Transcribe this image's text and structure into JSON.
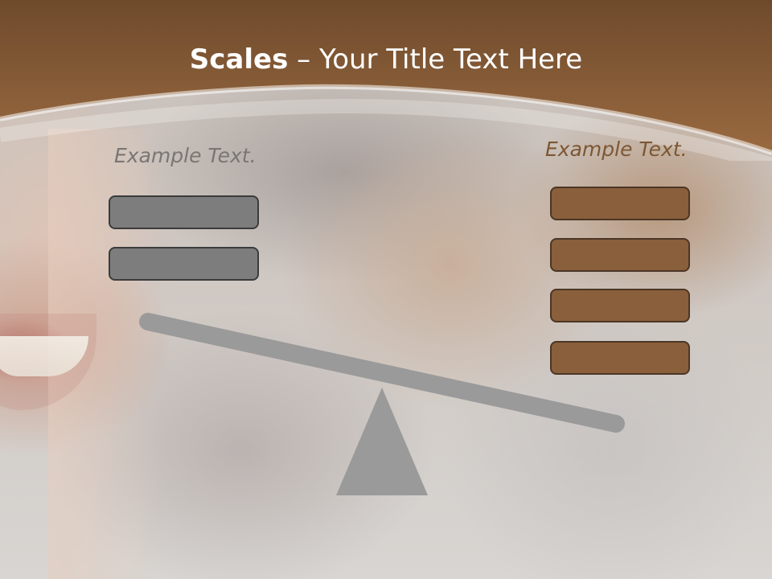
{
  "title": {
    "bold": "Scales",
    "rest": " – Your Title Text Here"
  },
  "left": {
    "label": "Example Text.",
    "box_count": 2,
    "color": "#7d7d7d"
  },
  "right": {
    "label": "Example Text.",
    "box_count": 4,
    "color": "#8a5f3b"
  },
  "theme": {
    "band_color": "#8a5f3b",
    "beam_color": "#9a9a9a"
  }
}
